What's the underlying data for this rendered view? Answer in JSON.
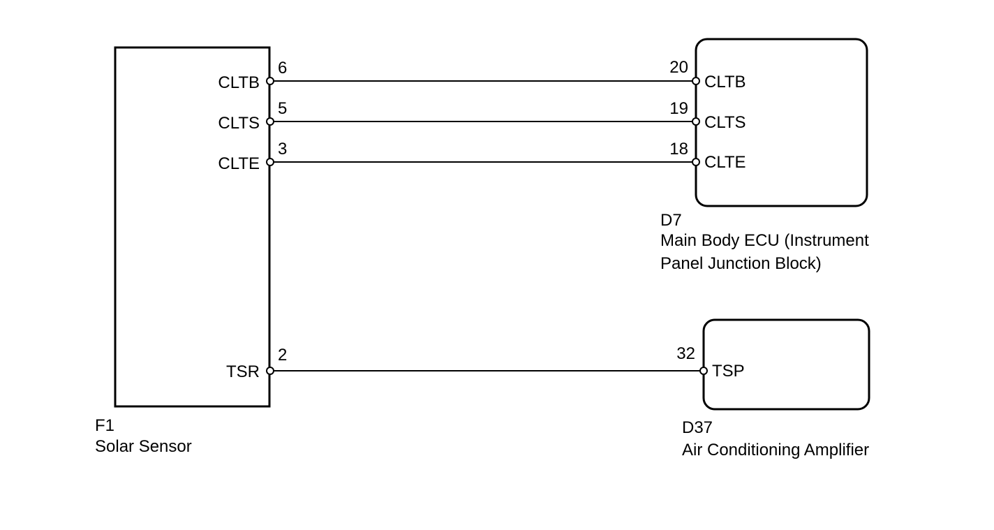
{
  "components": {
    "f1": {
      "code": "F1",
      "name": "Solar Sensor"
    },
    "d7": {
      "code": "D7",
      "name_line1": "Main Body ECU (Instrument",
      "name_line2": "Panel Junction Block)"
    },
    "d37": {
      "code": "D37",
      "name": "Air Conditioning Amplifier"
    }
  },
  "connections": [
    {
      "from_label": "CLTB",
      "from_pin": "6",
      "to_pin": "20",
      "to_label": "CLTB"
    },
    {
      "from_label": "CLTS",
      "from_pin": "5",
      "to_pin": "19",
      "to_label": "CLTS"
    },
    {
      "from_label": "CLTE",
      "from_pin": "3",
      "to_pin": "18",
      "to_label": "CLTE"
    },
    {
      "from_label": "TSR",
      "from_pin": "2",
      "to_pin": "32",
      "to_label": "TSP"
    }
  ]
}
